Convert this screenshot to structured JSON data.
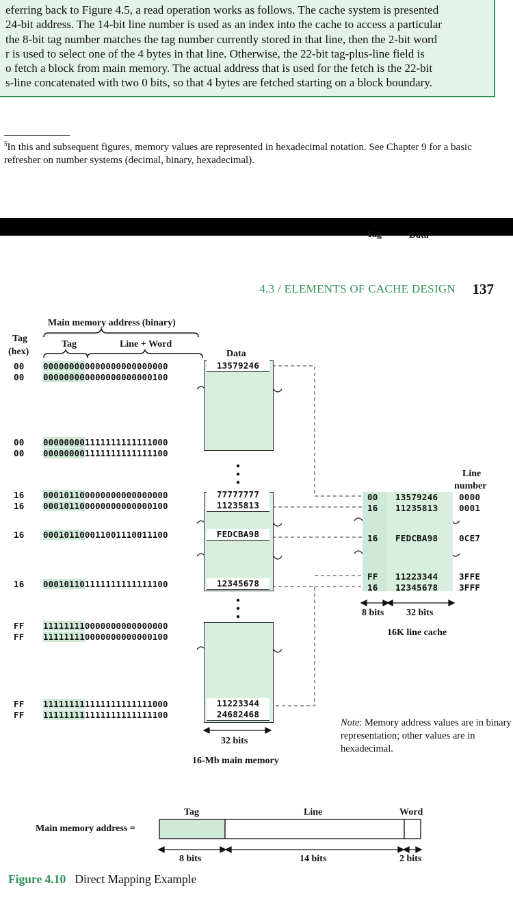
{
  "intro_lines": [
    "eferring back to Figure 4.5, a read operation works as follows. The cache system is presented",
    "24-bit address. The 14-bit line number is used as an index into the cache to access a particular",
    "the 8-bit tag number matches the tag number currently stored in that line, then the 2-bit word",
    "r is used to select one of the 4 bytes in that line. Otherwise, the 22-bit tag-plus-line field is",
    "o fetch a block from main memory. The actual address that is used for the fetch is the 22-bit",
    "s-line concatenated with two 0 bits, so that 4 bytes are fetched starting on a block boundary."
  ],
  "footnote": {
    "marker": "5",
    "text": "In this and subsequent figures, memory values are represented in hexadecimal notation. See Chapter 9 for a basic refresher on number systems (decimal, binary, hexadecimal)."
  },
  "page_header": {
    "section": "4.3 / ELEMENTS OF CACHE DESIGN",
    "page": "137"
  },
  "figure": {
    "labels": {
      "main_addr_binary": "Main memory address (binary)",
      "tag_hex_1": "Tag",
      "tag_hex_2": "(hex)",
      "tag": "Tag",
      "line_word": "Line + Word",
      "data": "Data",
      "mem_width": "32 bits",
      "mem_name": "16-Mb main memory",
      "cache_tag": "Tag",
      "cache_data": "Data",
      "cache_line_1": "Line",
      "cache_line_2": "number",
      "cache_tag_bits": "8 bits",
      "cache_data_bits": "32 bits",
      "cache_name": "16K line cache",
      "addr_label": "Main memory address =",
      "addr_tag": "Tag",
      "addr_line": "Line",
      "addr_word": "Word",
      "addr_tag_bits": "8 bits",
      "addr_line_bits": "14 bits",
      "addr_word_bits": "2 bits"
    },
    "memory_rows": [
      {
        "tag": "00",
        "bin_tag": "00000000",
        "bin_rest": "0000000000000000",
        "data": "13579246"
      },
      {
        "tag": "00",
        "bin_tag": "00000000",
        "bin_rest": "0000000000000100",
        "data": ""
      },
      {
        "tag": "00",
        "bin_tag": "00000000",
        "bin_rest": "1111111111111000",
        "data": ""
      },
      {
        "tag": "00",
        "bin_tag": "00000000",
        "bin_rest": "1111111111111100",
        "data": ""
      },
      {
        "tag": "16",
        "bin_tag": "00010110",
        "bin_rest": "0000000000000000",
        "data": "77777777"
      },
      {
        "tag": "16",
        "bin_tag": "00010110",
        "bin_rest": "0000000000000100",
        "data": "11235813"
      },
      {
        "tag": "16",
        "bin_tag": "00010110",
        "bin_rest": "0011001110011100",
        "data": "FEDCBA98"
      },
      {
        "tag": "16",
        "bin_tag": "00010110",
        "bin_rest": "1111111111111100",
        "data": "12345678"
      },
      {
        "tag": "FF",
        "bin_tag": "11111111",
        "bin_rest": "0000000000000000",
        "data": ""
      },
      {
        "tag": "FF",
        "bin_tag": "11111111",
        "bin_rest": "0000000000000100",
        "data": ""
      },
      {
        "tag": "FF",
        "bin_tag": "11111111",
        "bin_rest": "1111111111111000",
        "data": "11223344"
      },
      {
        "tag": "FF",
        "bin_tag": "11111111",
        "bin_rest": "1111111111111100",
        "data": "24682468"
      }
    ],
    "cache_rows": [
      {
        "tag": "00",
        "data": "13579246",
        "line": "0000"
      },
      {
        "tag": "16",
        "data": "11235813",
        "line": "0001"
      },
      {
        "tag": "16",
        "data": "FEDCBA98",
        "line": "0CE7"
      },
      {
        "tag": "FF",
        "data": "11223344",
        "line": "3FFE"
      },
      {
        "tag": "16",
        "data": "12345678",
        "line": "3FFF"
      }
    ],
    "note": {
      "prefix": "Note",
      "text": ": Memory address values are in binary representation; other values are in hexadecimal."
    },
    "caption": {
      "number": "Figure 4.10",
      "title": "Direct Mapping Example"
    }
  }
}
